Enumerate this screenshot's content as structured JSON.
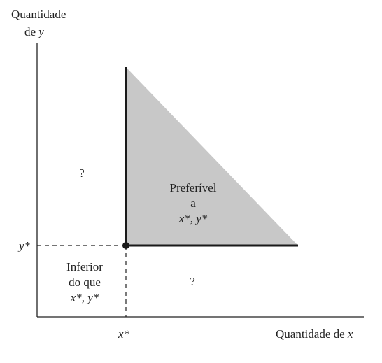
{
  "axes": {
    "y_label_line1": "Quantidade",
    "y_label_line2_prefix": "de ",
    "y_label_line2_var": "y",
    "x_label_prefix": "Quantidade de ",
    "x_label_var": "x"
  },
  "ticks": {
    "x_star": "x*",
    "y_star": "y*"
  },
  "regions": {
    "preferred": {
      "line1": "Preferível",
      "line2": "a",
      "line3": "x*, y*"
    },
    "inferior": {
      "line1": "Inferior",
      "line2": "do que",
      "line3": "x*, y*"
    },
    "upper_left_unknown": "?",
    "lower_right_unknown": "?"
  },
  "colors": {
    "preferred_fill": "#c8c8c8",
    "axis": "#222222",
    "boundary": "#1a1a1a"
  }
}
